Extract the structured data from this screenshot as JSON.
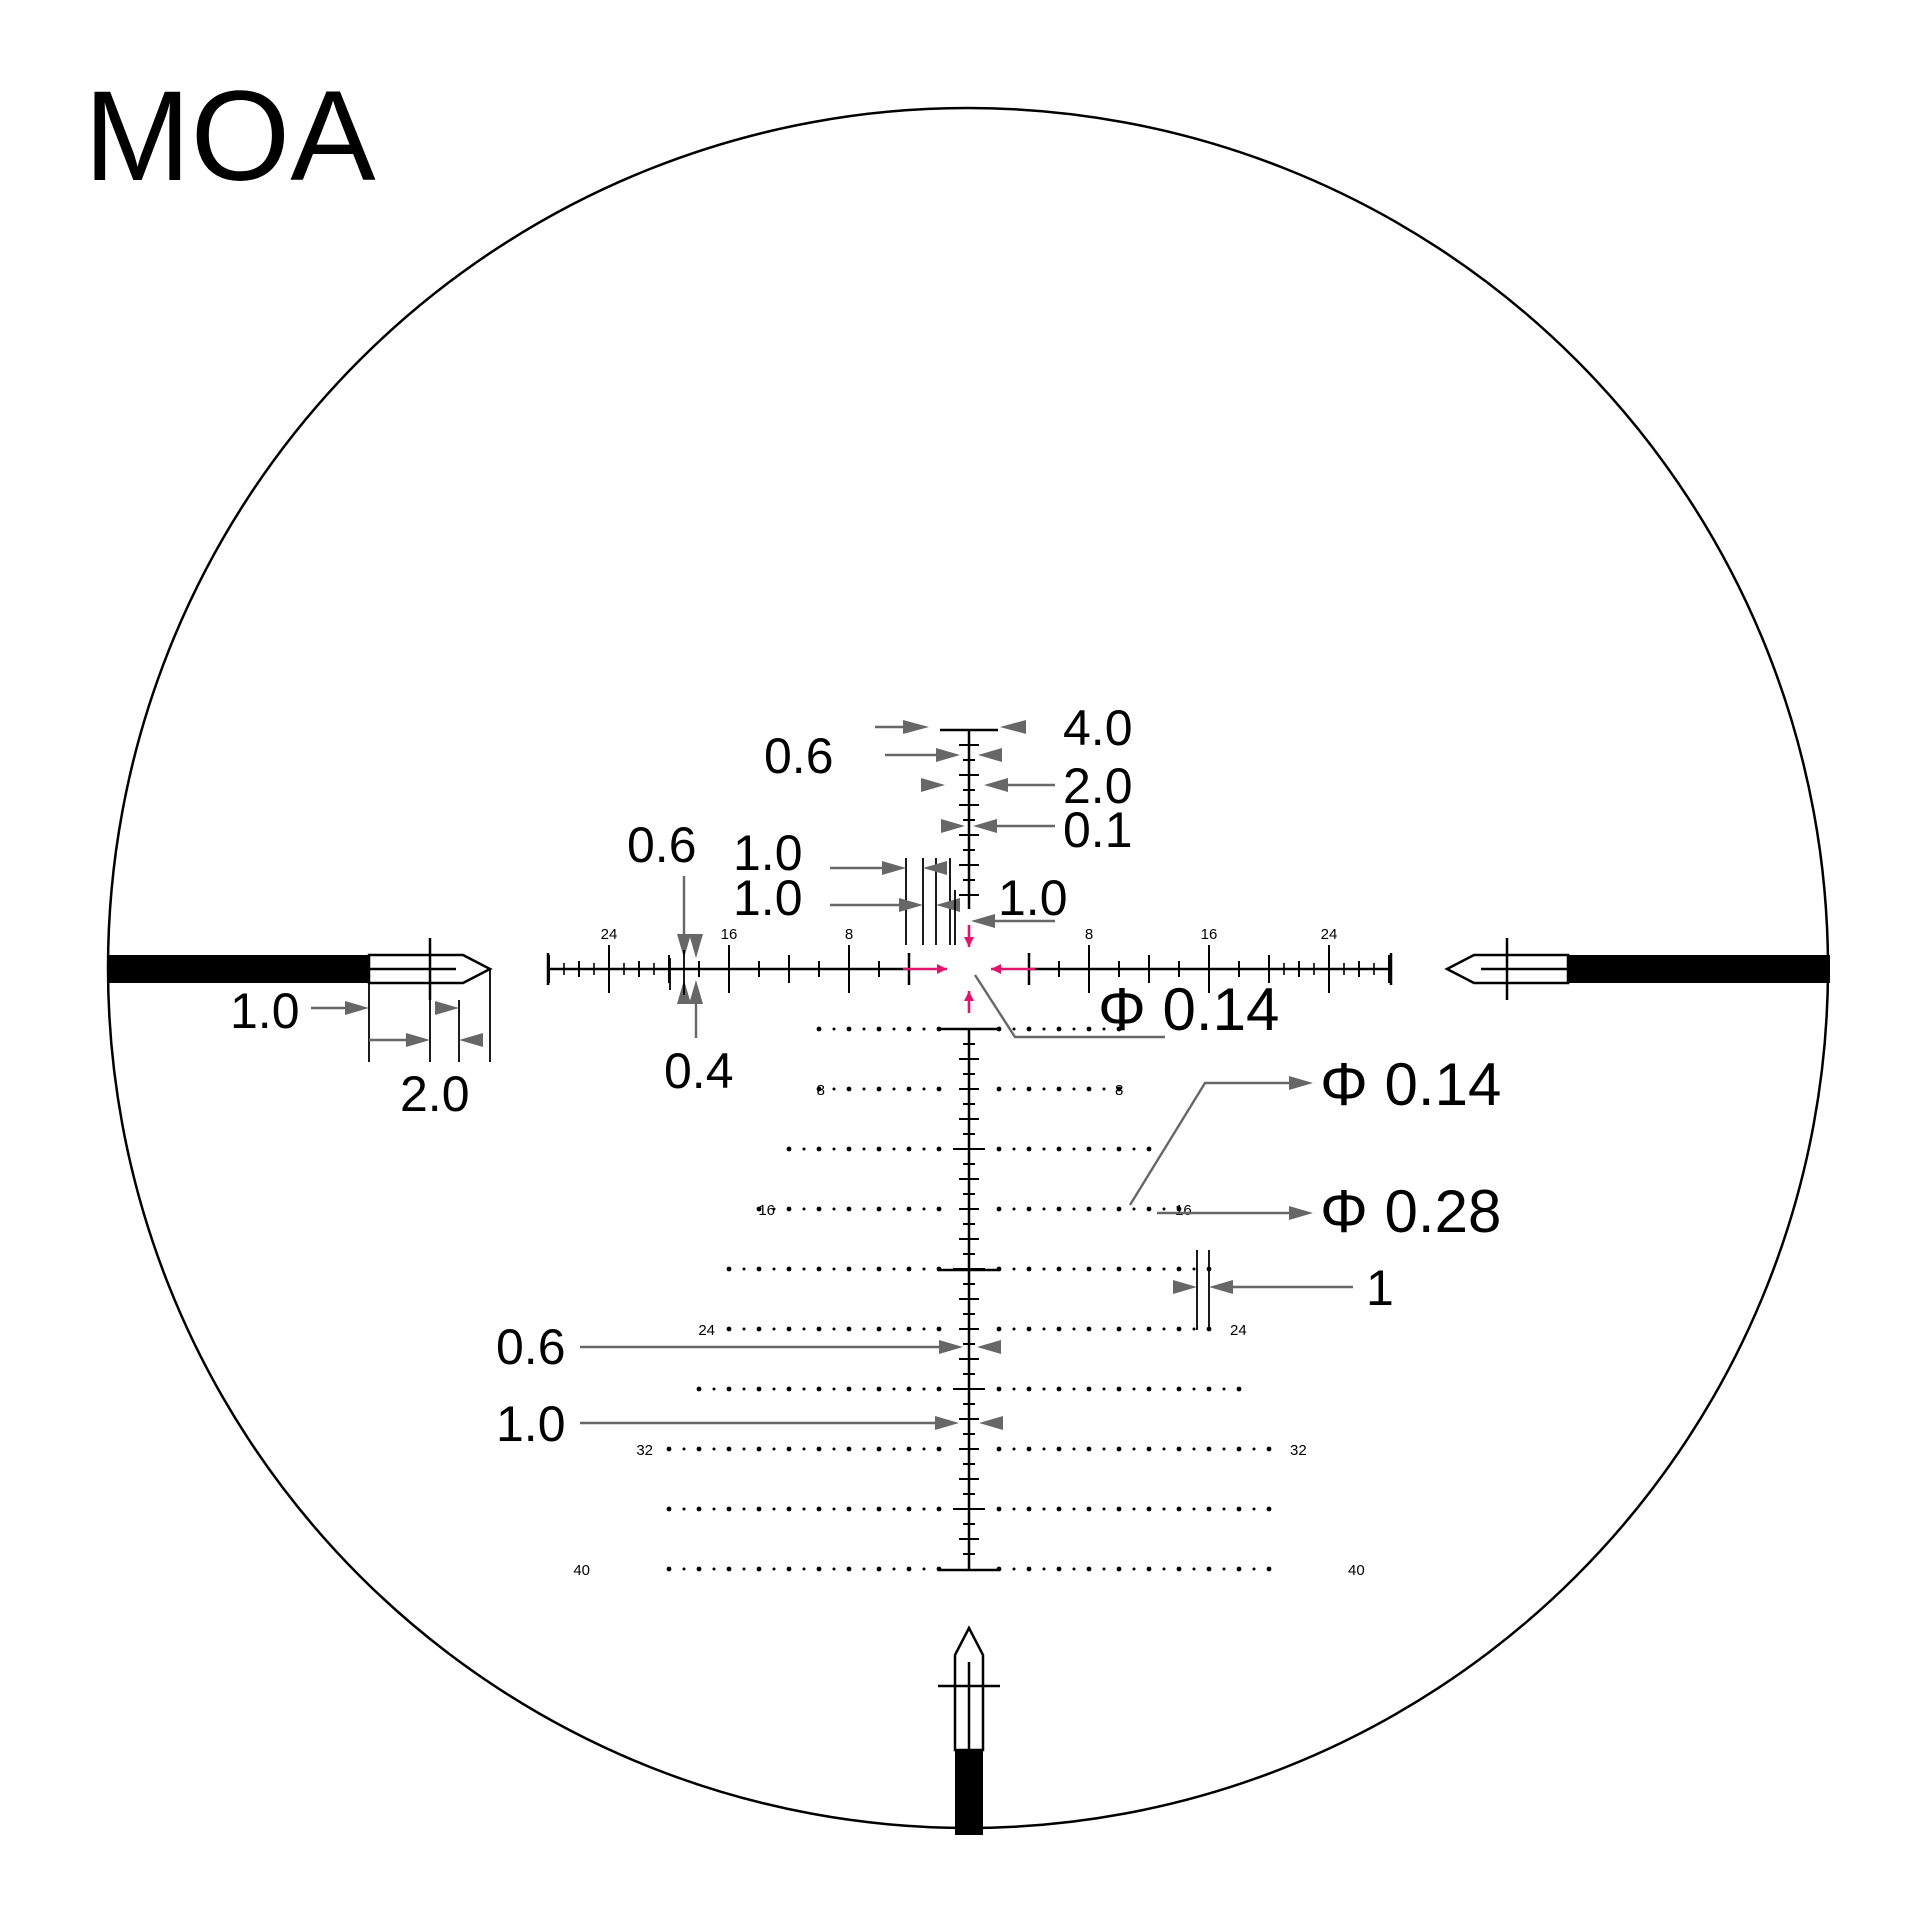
{
  "title": "MOA",
  "colors": {
    "line": "#000000",
    "annotation": "#676767",
    "center": "#e2156e",
    "background": "#ffffff"
  },
  "horizontal_labels_left": [
    "24",
    "16",
    "8"
  ],
  "horizontal_labels_right": [
    "8",
    "16",
    "24"
  ],
  "holdover_rows": [
    {
      "label": "8"
    },
    {
      "label": "16"
    },
    {
      "label": "24"
    },
    {
      "label": "32"
    },
    {
      "label": "40"
    }
  ],
  "dimensions": {
    "top_4_0": "4.0",
    "top_0_6": "0.6",
    "top_2_0": "2.0",
    "top_0_1": "0.1",
    "left_0_6": "0.6",
    "left_1_0_a": "1.0",
    "left_1_0_b": "1.0",
    "right_1_0": "1.0",
    "post_1_0": "1.0",
    "post_2_0": "2.0",
    "bottom_0_4": "0.4",
    "center_dot": "Φ 0.14",
    "dot_small": "Φ 0.14",
    "dot_large": "Φ 0.28",
    "dot_spacing": "1",
    "vert_0_6": "0.6",
    "vert_1_0": "1.0"
  }
}
